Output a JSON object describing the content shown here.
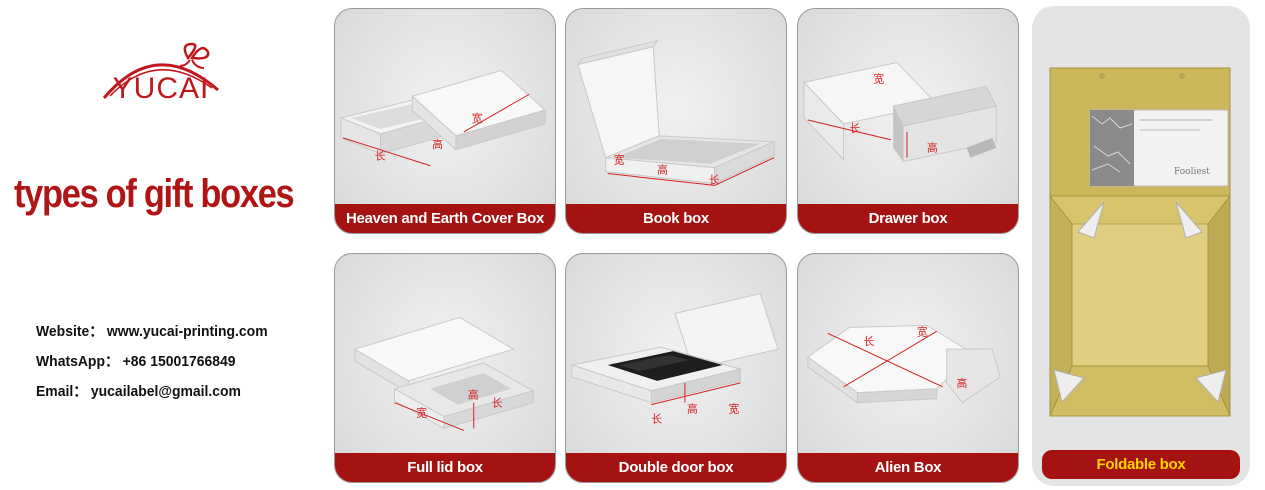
{
  "brand": {
    "name": "YUCAI",
    "color": "#c0171d"
  },
  "heading": "types of gift boxes",
  "contacts": [
    {
      "label": "Website：",
      "value": "www.yucai-printing.com"
    },
    {
      "label": "WhatsApp：",
      "value": "+86 15001766849"
    },
    {
      "label": "Email：",
      "value": "yucailabel@gmail.com"
    }
  ],
  "boxes": [
    {
      "caption": "Heaven and Earth Cover Box",
      "dims": [
        "长",
        "宽",
        "高"
      ]
    },
    {
      "caption": "Book box",
      "dims": [
        "宽",
        "高",
        "长"
      ]
    },
    {
      "caption": "Drawer box",
      "dims": [
        "宽",
        "长",
        "高"
      ]
    },
    {
      "caption": "Full lid box",
      "dims": [
        "宽",
        "高",
        "长"
      ]
    },
    {
      "caption": "Double door box",
      "dims": [
        "长",
        "高",
        "宽"
      ]
    },
    {
      "caption": "Alien Box",
      "dims": [
        "长",
        "宽",
        "高"
      ]
    },
    {
      "caption": "Foldable box",
      "card_text": "Fooliest"
    }
  ],
  "colors": {
    "caption_bg": "#a51212",
    "caption_text": "#ffffff",
    "foldable_caption_text": "#ffd300",
    "dimension_marks": "#d42020"
  }
}
